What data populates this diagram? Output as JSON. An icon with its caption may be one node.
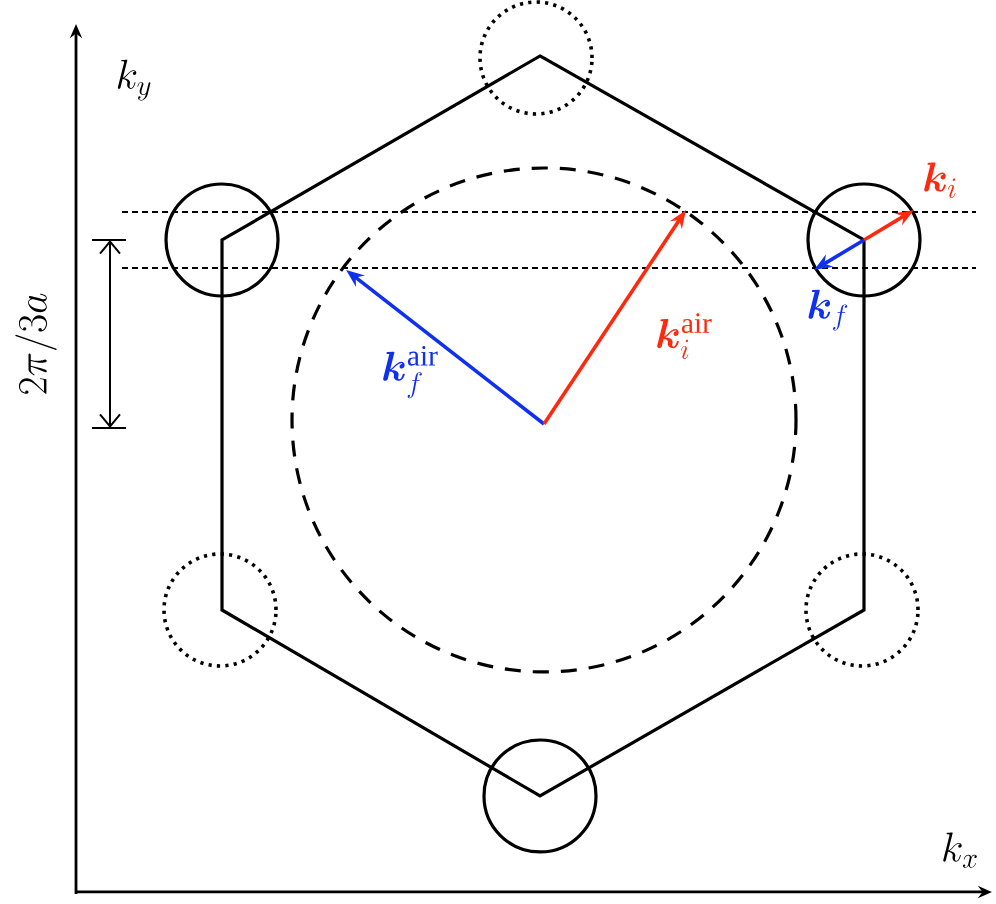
{
  "diagram": {
    "labels": [
      "k_y",
      "\\boldsymbol{k}_i",
      "2\\pi/3a",
      "\\boldsymbol{k}_f^{\\mathrm{air}}",
      "\\boldsymbol{k}_i^{\\mathrm{air}}",
      "\\boldsymbol{k}_f",
      "k_x"
    ]
  }
}
